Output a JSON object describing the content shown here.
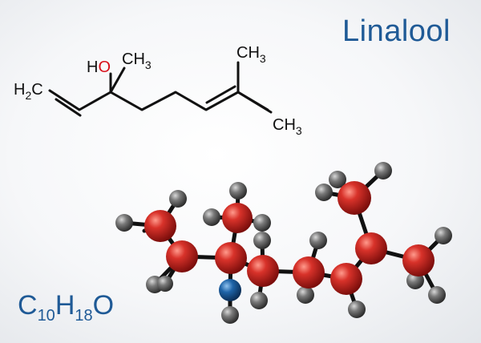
{
  "title": "Linalool",
  "formula": {
    "c": "C",
    "c_n": "10",
    "h": "H",
    "h_n": "18",
    "o": "O"
  },
  "labels": {
    "h2c": {
      "main": "H",
      "sub": "2",
      "tail": "C"
    },
    "ho": {
      "h": "H",
      "o": "O"
    },
    "ch3": {
      "main": "CH",
      "sub": "3"
    }
  },
  "colors": {
    "title": "#1f5a96",
    "oxygen_label": "#d8101a",
    "carbon_atom": "#c5201e",
    "hydrogen_atom": "#6f6f6f",
    "oxygen_atom": "#1d5a94",
    "bond": "#111111"
  }
}
